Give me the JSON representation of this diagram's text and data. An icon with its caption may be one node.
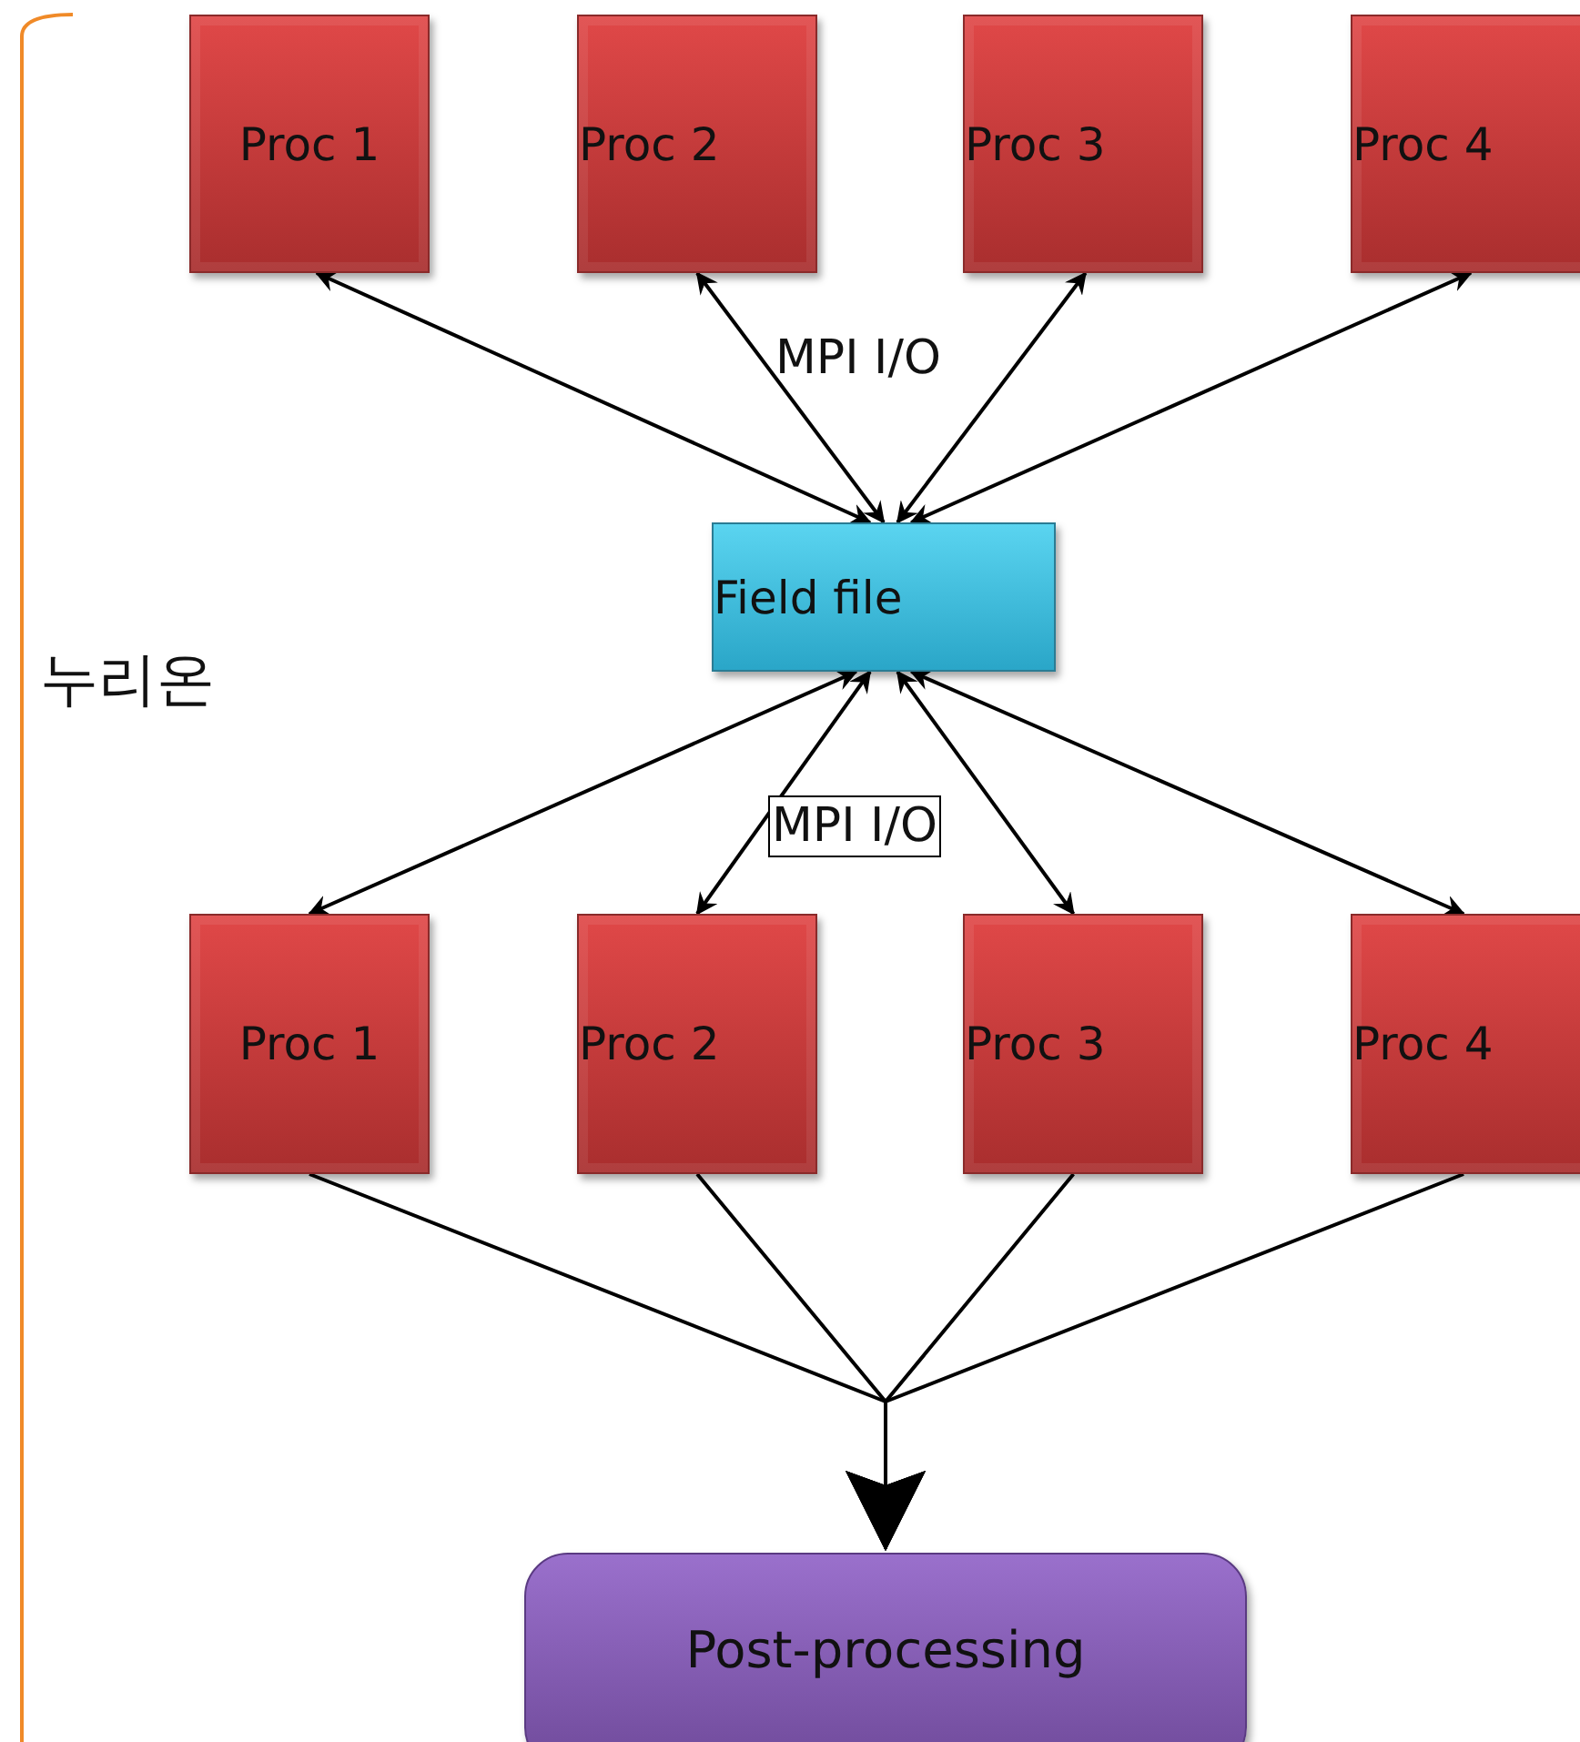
{
  "diagram": {
    "nodes": [
      {
        "text": [
          "Proc 1"
        ]
      },
      {
        "text": [
          "Proc 2"
        ]
      },
      {
        "text": [
          "Proc 3"
        ]
      },
      {
        "text": [
          "Proc 4"
        ]
      },
      {
        "text": [
          "Field file"
        ]
      },
      {
        "text": [
          "Proc 1"
        ]
      },
      {
        "text": [
          "Proc 2"
        ]
      },
      {
        "text": [
          "Proc 3"
        ]
      },
      {
        "text": [
          "Proc 4"
        ]
      },
      {
        "text": [
          "Post-processing"
        ]
      }
    ],
    "edges": [
      {
        "from": 0,
        "to": 4,
        "arrow": "both"
      },
      {
        "from": 1,
        "to": 4,
        "arrow": "both"
      },
      {
        "from": 2,
        "to": 4,
        "arrow": "both"
      },
      {
        "from": 3,
        "to": 4,
        "arrow": "both"
      },
      {
        "from": 4,
        "to": 5,
        "arrow": "both"
      },
      {
        "from": 4,
        "to": 6,
        "arrow": "both"
      },
      {
        "from": 4,
        "to": 7,
        "arrow": "both"
      },
      {
        "from": 4,
        "to": 8,
        "arrow": "both"
      },
      {
        "from": 5,
        "to": 9,
        "arrow": "to"
      },
      {
        "from": 6,
        "to": 9,
        "arrow": "to"
      },
      {
        "from": 7,
        "to": 9,
        "arrow": "to"
      },
      {
        "from": 8,
        "to": 9,
        "arrow": "to"
      }
    ],
    "labels": [
      "MPI I/O",
      "누리온",
      "MPI I/O"
    ]
  }
}
